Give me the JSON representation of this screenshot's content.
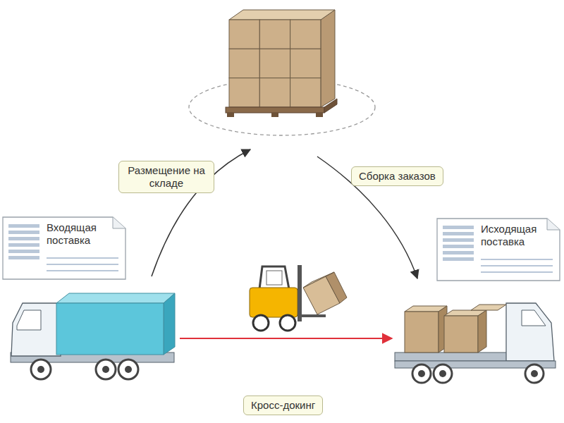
{
  "diagram": {
    "nodes": [
      {
        "text": [
          "Входящая поставка"
        ]
      },
      {
        "text": [
          "Размещение на складе"
        ]
      },
      {
        "text": [
          "Сборка заказов"
        ]
      },
      {
        "text": [
          "Исходящая поставка"
        ]
      },
      {
        "text": [
          "Кросс-докинг"
        ]
      }
    ]
  }
}
